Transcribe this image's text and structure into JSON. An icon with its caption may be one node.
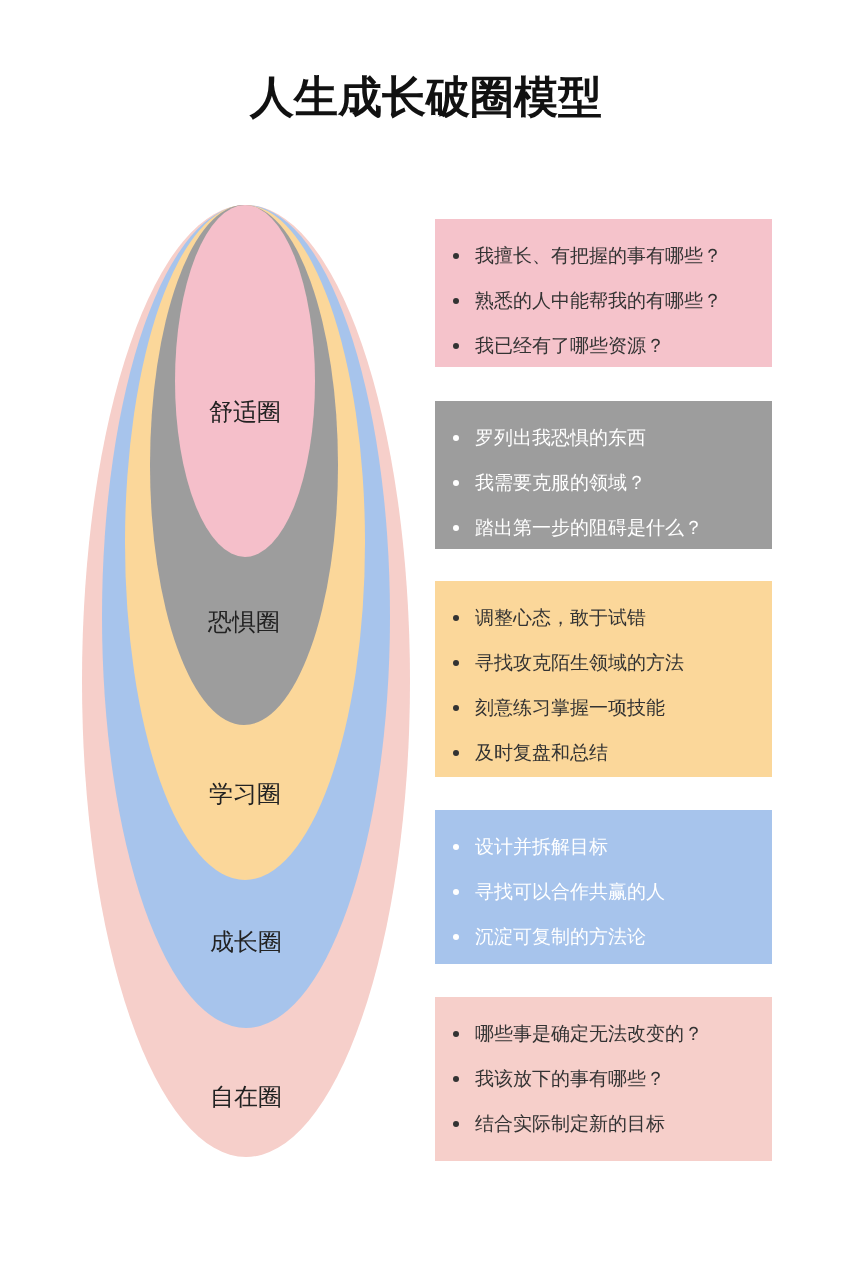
{
  "diagram": {
    "title": "人生成长破圈模型",
    "nodes": [
      {
        "text": [
          "自在圈"
        ]
      },
      {
        "text": [
          "成长圈"
        ],
        "in": 0
      },
      {
        "text": [
          "学习圈"
        ],
        "in": 1
      },
      {
        "text": [
          "恐惧圈"
        ],
        "in": 2
      },
      {
        "text": [
          "舒适圈"
        ],
        "in": 3
      },
      {
        "text": [
          "我擅长、有把握的事有哪些？",
          "熟悉的人中能帮我的有哪些？",
          "我已经有了哪些资源？"
        ]
      },
      {
        "text": [
          "罗列出我恐惧的东西",
          "我需要克服的领域？",
          "踏出第一步的阻碍是什么？"
        ]
      },
      {
        "text": [
          "调整心态，敢于试错",
          "寻找攻克陌生领域的方法",
          "刻意练习掌握一项技能",
          "及时复盘和总结"
        ]
      },
      {
        "text": [
          "设计并拆解目标",
          "寻找可以合作共赢的人",
          "沉淀可复制的方法论"
        ]
      },
      {
        "text": [
          "哪些事是确定无法改变的？",
          "我该放下的事有哪些？",
          "结合实际制定新的目标"
        ]
      }
    ],
    "edges": []
  }
}
